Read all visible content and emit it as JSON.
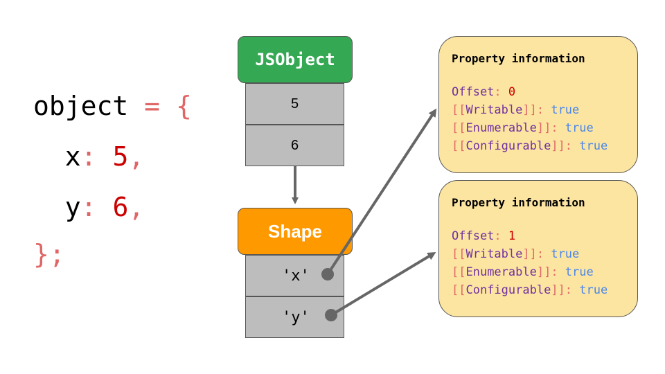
{
  "code": {
    "line1": {
      "name": "object",
      "assign": "=",
      "brace": "{"
    },
    "line2": {
      "key": "x",
      "colon": ":",
      "value": "5",
      "comma": ","
    },
    "line3": {
      "key": "y",
      "colon": ":",
      "value": "6",
      "comma": ","
    },
    "line4": {
      "close": "}",
      "semi": ";"
    }
  },
  "jsobject": {
    "title": "JSObject",
    "slots": [
      "5",
      "6"
    ]
  },
  "shape": {
    "title": "Shape",
    "keys": [
      "'x'",
      "'y'"
    ]
  },
  "info_boxes": [
    {
      "title": "Property information",
      "offset_label": "Offset",
      "offset_value": "0",
      "attrs": [
        {
          "name": "Writable",
          "value": "true"
        },
        {
          "name": "Enumerable",
          "value": "true"
        },
        {
          "name": "Configurable",
          "value": "true"
        }
      ]
    },
    {
      "title": "Property information",
      "offset_label": "Offset",
      "offset_value": "1",
      "attrs": [
        {
          "name": "Writable",
          "value": "true"
        },
        {
          "name": "Enumerable",
          "value": "true"
        },
        {
          "name": "Configurable",
          "value": "true"
        }
      ]
    }
  ],
  "colors": {
    "jsobject_header": "#34a853",
    "shape_header": "#ff9900",
    "cell": "#bdbdbd",
    "info_bg": "#fce5a1",
    "arrow": "#666666"
  }
}
